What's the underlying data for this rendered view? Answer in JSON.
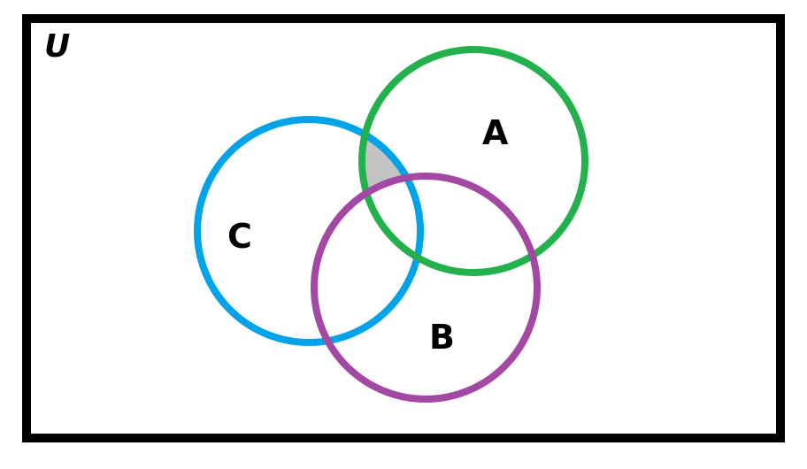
{
  "universe": {
    "label": "U",
    "border_color": "#000000",
    "background": "#ffffff"
  },
  "sets": [
    {
      "id": "A",
      "label": "A",
      "color": "#22b14c"
    },
    {
      "id": "B",
      "label": "B",
      "color": "#a349a4"
    },
    {
      "id": "C",
      "label": "C",
      "color": "#00a2e8"
    }
  ],
  "shaded_region": {
    "description_sets": [
      "A",
      "C"
    ],
    "excluded_sets": [
      "B"
    ],
    "color": "#c3c3c3"
  }
}
